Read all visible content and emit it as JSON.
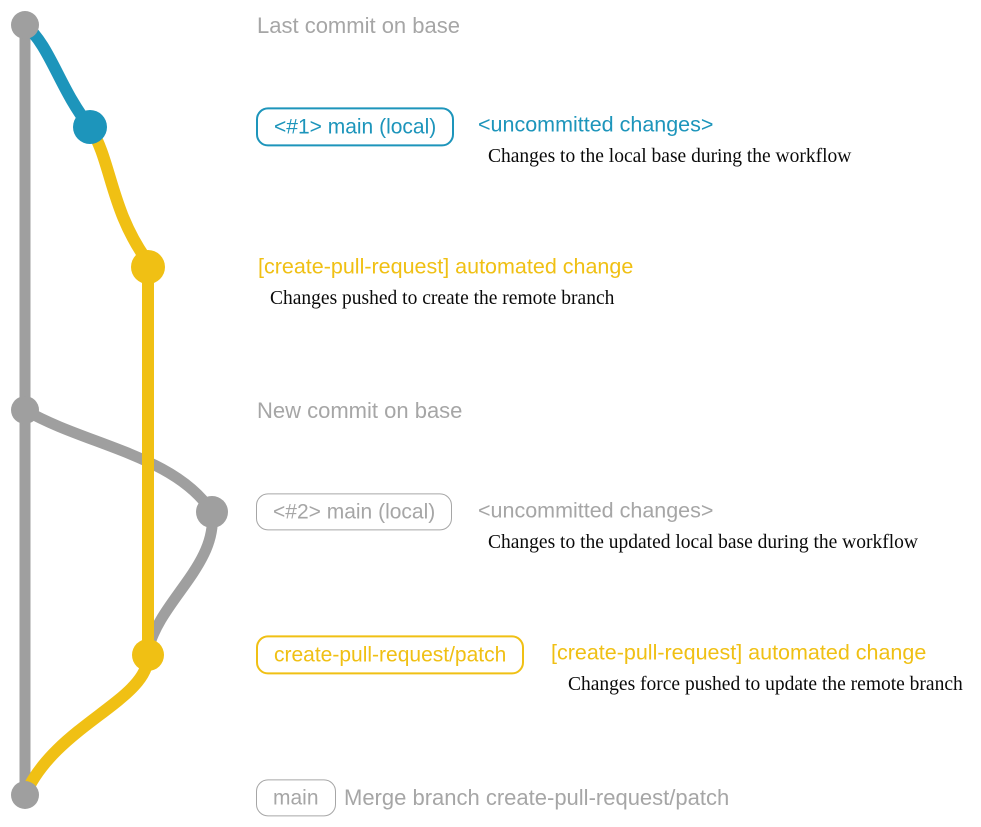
{
  "title": "Git graph of the create-pull-request action workflow",
  "colors": {
    "background": "#ffffff",
    "gray": "#9f9f9f",
    "gray_text": "#a6a6a6",
    "blue": "#1d95bb",
    "yellow": "#f0c014",
    "ink": "#0a0a0a"
  },
  "graph": {
    "branches": [
      {
        "name": "base-branch-line",
        "color": "gray"
      },
      {
        "name": "local-main-branch-line",
        "color": "blue"
      },
      {
        "name": "create-pull-request-branch-line",
        "color": "yellow"
      },
      {
        "name": "updated-local-main-branch-line",
        "color": "gray"
      },
      {
        "name": "patch-merge-line",
        "color": "yellow"
      }
    ],
    "commits": [
      {
        "name": "last-commit-on-base",
        "color": "gray"
      },
      {
        "name": "local-main-1-commit",
        "color": "blue"
      },
      {
        "name": "automated-change-1-commit",
        "color": "yellow"
      },
      {
        "name": "new-commit-on-base",
        "color": "gray"
      },
      {
        "name": "local-main-2-commit",
        "color": "gray"
      },
      {
        "name": "automated-change-2-commit",
        "color": "yellow"
      },
      {
        "name": "merge-commit",
        "color": "gray"
      }
    ]
  },
  "annotations": {
    "last_commit": {
      "label": "Last commit on base"
    },
    "local_main_1": {
      "badge": "<#1> main (local)",
      "heading": "<uncommitted changes>",
      "description": "Changes to the local base during the workflow"
    },
    "automated_change_1": {
      "heading": "[create-pull-request] automated change",
      "description": "Changes pushed to create the remote branch"
    },
    "new_commit": {
      "label": "New commit on base"
    },
    "local_main_2": {
      "badge": "<#2> main (local)",
      "heading": "<uncommitted changes>",
      "description": "Changes to the updated local base during the workflow"
    },
    "automated_change_2": {
      "badge": "create-pull-request/patch",
      "heading": "[create-pull-request] automated change",
      "description": "Changes force pushed to update the remote branch"
    },
    "merge": {
      "badge": "main",
      "label": "Merge branch create-pull-request/patch"
    }
  }
}
